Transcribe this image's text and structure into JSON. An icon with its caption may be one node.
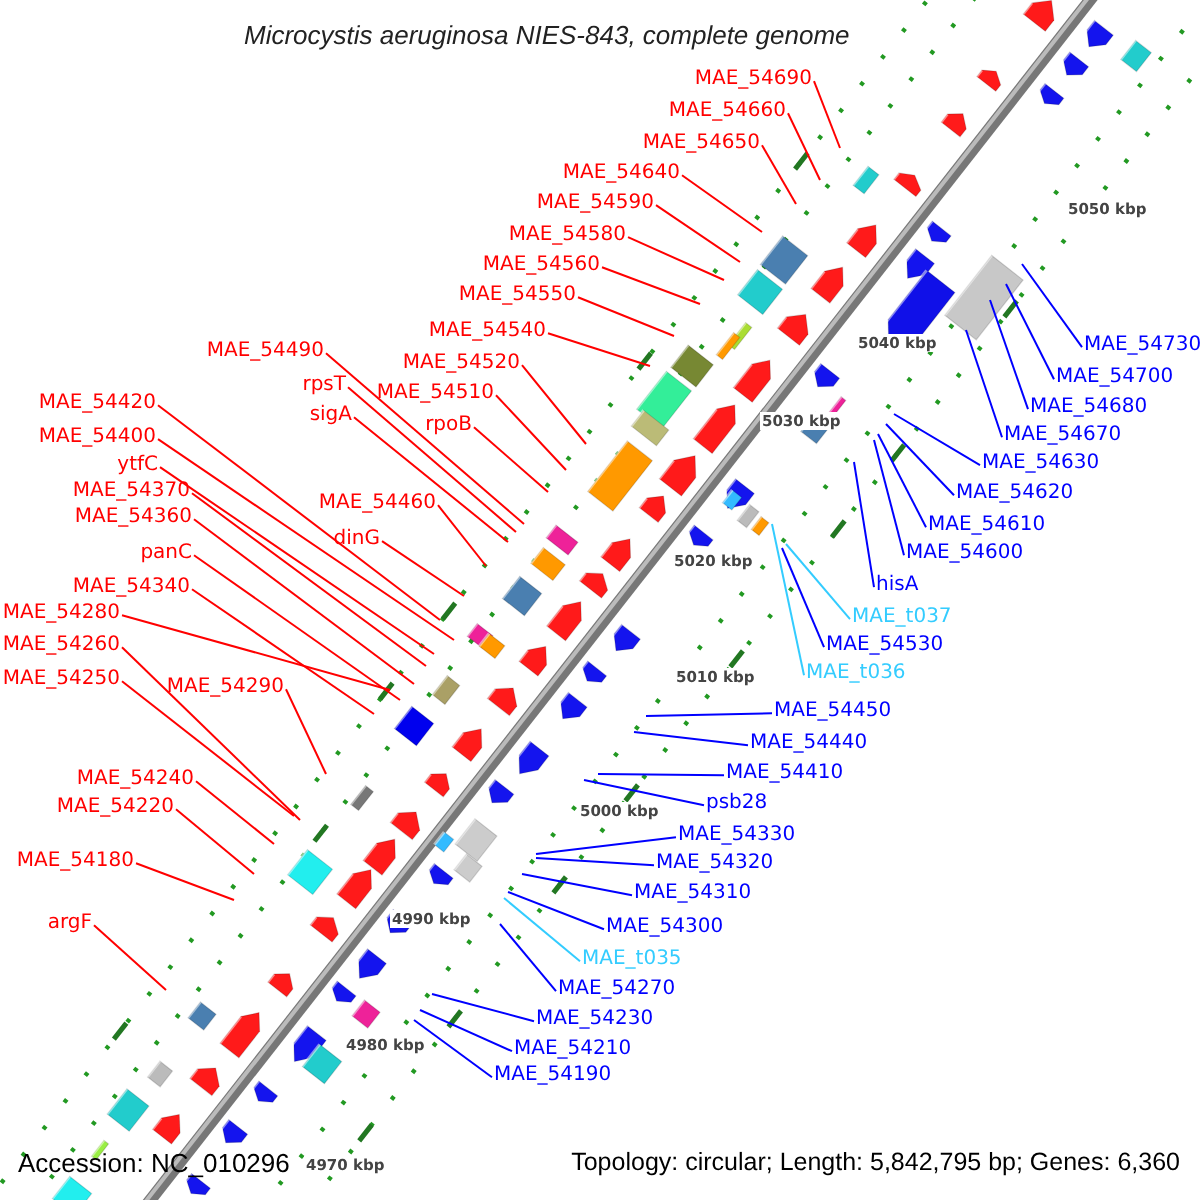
{
  "diagram": {
    "title": "Microcystis aeruginosa NIES-843, complete genome",
    "nodes": [
      {
        "text": [
          "MAE_54690"
        ]
      },
      {
        "text": [
          "MAE_54660"
        ]
      },
      {
        "text": [
          "MAE_54650"
        ]
      },
      {
        "text": [
          "MAE_54640"
        ]
      },
      {
        "text": [
          "MAE_54590"
        ]
      },
      {
        "text": [
          "MAE_54580"
        ]
      },
      {
        "text": [
          "MAE_54560"
        ]
      },
      {
        "text": [
          "MAE_54550"
        ]
      },
      {
        "text": [
          "MAE_54540"
        ]
      },
      {
        "text": [
          "MAE_54520"
        ]
      },
      {
        "text": [
          "MAE_54510"
        ]
      },
      {
        "text": [
          "rpoB"
        ]
      },
      {
        "text": [
          "MAE_54490"
        ]
      },
      {
        "text": [
          "rpsT"
        ]
      },
      {
        "text": [
          "sigA"
        ]
      },
      {
        "text": [
          "MAE_54420"
        ]
      },
      {
        "text": [
          "MAE_54400"
        ]
      },
      {
        "text": [
          "ytfC"
        ]
      },
      {
        "text": [
          "MAE_54370"
        ]
      },
      {
        "text": [
          "MAE_54360"
        ]
      },
      {
        "text": [
          "MAE_54460"
        ]
      },
      {
        "text": [
          "dinG"
        ]
      },
      {
        "text": [
          "panC"
        ]
      },
      {
        "text": [
          "MAE_54340"
        ]
      },
      {
        "text": [
          "MAE_54280"
        ]
      },
      {
        "text": [
          "MAE_54260"
        ]
      },
      {
        "text": [
          "MAE_54250"
        ]
      },
      {
        "text": [
          "MAE_54290"
        ]
      },
      {
        "text": [
          "MAE_54240"
        ]
      },
      {
        "text": [
          "MAE_54220"
        ]
      },
      {
        "text": [
          "MAE_54180"
        ]
      },
      {
        "text": [
          "argF"
        ]
      },
      {
        "text": [
          "MAE_54730"
        ]
      },
      {
        "text": [
          "MAE_54700"
        ]
      },
      {
        "text": [
          "MAE_54680"
        ]
      },
      {
        "text": [
          "MAE_54670"
        ]
      },
      {
        "text": [
          "MAE_54630"
        ]
      },
      {
        "text": [
          "MAE_54620"
        ]
      },
      {
        "text": [
          "MAE_54610"
        ]
      },
      {
        "text": [
          "MAE_54600"
        ]
      },
      {
        "text": [
          "hisA"
        ]
      },
      {
        "text": [
          "MAE_t037"
        ]
      },
      {
        "text": [
          "MAE_54530"
        ]
      },
      {
        "text": [
          "MAE_t036"
        ]
      },
      {
        "text": [
          "MAE_54450"
        ]
      },
      {
        "text": [
          "MAE_54440"
        ]
      },
      {
        "text": [
          "MAE_54410"
        ]
      },
      {
        "text": [
          "psb28"
        ]
      },
      {
        "text": [
          "MAE_54330"
        ]
      },
      {
        "text": [
          "MAE_54320"
        ]
      },
      {
        "text": [
          "MAE_54310"
        ]
      },
      {
        "text": [
          "MAE_54300"
        ]
      },
      {
        "text": [
          "MAE_t035"
        ]
      },
      {
        "text": [
          "MAE_54270"
        ]
      },
      {
        "text": [
          "MAE_54230"
        ]
      },
      {
        "text": [
          "MAE_54210"
        ]
      },
      {
        "text": [
          "MAE_54190"
        ]
      }
    ],
    "edges": [
      {
        "from": 0,
        "to": null,
        "arrow": "none"
      },
      {
        "from": 1,
        "to": null,
        "arrow": "none"
      },
      {
        "from": 2,
        "to": null,
        "arrow": "none"
      },
      {
        "from": 3,
        "to": null,
        "arrow": "none"
      },
      {
        "from": 4,
        "to": null,
        "arrow": "none"
      },
      {
        "from": 5,
        "to": null,
        "arrow": "none"
      },
      {
        "from": 6,
        "to": null,
        "arrow": "none"
      },
      {
        "from": 7,
        "to": null,
        "arrow": "none"
      },
      {
        "from": 8,
        "to": null,
        "arrow": "none"
      },
      {
        "from": 9,
        "to": null,
        "arrow": "none"
      },
      {
        "from": 10,
        "to": null,
        "arrow": "none"
      },
      {
        "from": 11,
        "to": null,
        "arrow": "none"
      },
      {
        "from": 12,
        "to": null,
        "arrow": "none"
      },
      {
        "from": 13,
        "to": null,
        "arrow": "none"
      },
      {
        "from": 14,
        "to": null,
        "arrow": "none"
      },
      {
        "from": 15,
        "to": null,
        "arrow": "none"
      },
      {
        "from": 16,
        "to": null,
        "arrow": "none"
      },
      {
        "from": 17,
        "to": null,
        "arrow": "none"
      },
      {
        "from": 18,
        "to": null,
        "arrow": "none"
      },
      {
        "from": 19,
        "to": null,
        "arrow": "none"
      },
      {
        "from": 20,
        "to": null,
        "arrow": "none"
      },
      {
        "from": 21,
        "to": null,
        "arrow": "none"
      },
      {
        "from": 22,
        "to": null,
        "arrow": "none"
      },
      {
        "from": 23,
        "to": null,
        "arrow": "none"
      },
      {
        "from": 24,
        "to": null,
        "arrow": "none"
      },
      {
        "from": 25,
        "to": null,
        "arrow": "none"
      },
      {
        "from": 26,
        "to": null,
        "arrow": "none"
      },
      {
        "from": 27,
        "to": null,
        "arrow": "none"
      },
      {
        "from": 28,
        "to": null,
        "arrow": "none"
      },
      {
        "from": 29,
        "to": null,
        "arrow": "none"
      },
      {
        "from": 30,
        "to": null,
        "arrow": "none"
      },
      {
        "from": 31,
        "to": null,
        "arrow": "none"
      },
      {
        "from": 32,
        "to": null,
        "arrow": "none",
        "color": "#0000ff"
      },
      {
        "from": 33,
        "to": null,
        "arrow": "none",
        "color": "#0000ff"
      },
      {
        "from": 34,
        "to": null,
        "arrow": "none",
        "color": "#0000ff"
      },
      {
        "from": 35,
        "to": null,
        "arrow": "none",
        "color": "#0000ff"
      },
      {
        "from": 36,
        "to": null,
        "arrow": "none",
        "color": "#0000ff"
      },
      {
        "from": 37,
        "to": null,
        "arrow": "none",
        "color": "#0000ff"
      },
      {
        "from": 38,
        "to": null,
        "arrow": "none",
        "color": "#0000ff"
      },
      {
        "from": 39,
        "to": null,
        "arrow": "none",
        "color": "#0000ff"
      },
      {
        "from": 40,
        "to": null,
        "arrow": "none",
        "color": "#0000ff"
      },
      {
        "from": 41,
        "to": null,
        "arrow": "none",
        "color": "#33ccff"
      },
      {
        "from": 42,
        "to": null,
        "arrow": "none",
        "color": "#0000ff"
      },
      {
        "from": 43,
        "to": null,
        "arrow": "none",
        "color": "#33ccff"
      },
      {
        "from": 44,
        "to": null,
        "arrow": "none",
        "color": "#0000ff"
      },
      {
        "from": 45,
        "to": null,
        "arrow": "none",
        "color": "#0000ff"
      },
      {
        "from": 46,
        "to": null,
        "arrow": "none",
        "color": "#0000ff"
      },
      {
        "from": 47,
        "to": null,
        "arrow": "none",
        "color": "#0000ff"
      },
      {
        "from": 48,
        "to": null,
        "arrow": "none",
        "color": "#0000ff"
      },
      {
        "from": 49,
        "to": null,
        "arrow": "none",
        "color": "#0000ff"
      },
      {
        "from": 50,
        "to": null,
        "arrow": "none",
        "color": "#0000ff"
      },
      {
        "from": 51,
        "to": null,
        "arrow": "none",
        "color": "#0000ff"
      },
      {
        "from": 52,
        "to": null,
        "arrow": "none",
        "color": "#33ccff"
      },
      {
        "from": 53,
        "to": null,
        "arrow": "none",
        "color": "#0000ff"
      },
      {
        "from": 54,
        "to": null,
        "arrow": "none",
        "color": "#0000ff"
      },
      {
        "from": 55,
        "to": null,
        "arrow": "none",
        "color": "#0000ff"
      },
      {
        "from": 56,
        "to": null,
        "arrow": "none",
        "color": "#0000ff"
      }
    ],
    "labels": [
      "5050 kbp",
      "5040 kbp",
      "5030 kbp",
      "5020 kbp",
      "5010 kbp",
      "5000 kbp",
      "4990 kbp",
      "4980 kbp",
      "4970 kbp",
      "Accession: NC_010296",
      "Topology: circular; Length: 5,842,795 bp; Genes: 6,360"
    ]
  }
}
